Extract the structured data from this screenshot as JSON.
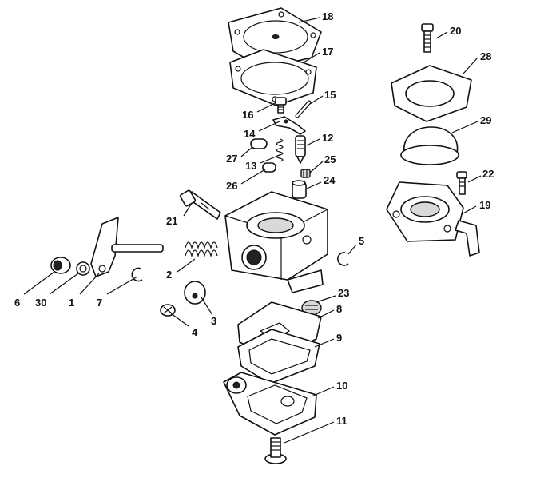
{
  "diagram": {
    "callouts": [
      {
        "id": "p18",
        "number": "18"
      },
      {
        "id": "p17",
        "number": "17"
      },
      {
        "id": "p15",
        "number": "15"
      },
      {
        "id": "p16",
        "number": "16"
      },
      {
        "id": "p14",
        "number": "14"
      },
      {
        "id": "p12",
        "number": "12"
      },
      {
        "id": "p27",
        "number": "27"
      },
      {
        "id": "p13",
        "number": "13"
      },
      {
        "id": "p25",
        "number": "25"
      },
      {
        "id": "p26",
        "number": "26"
      },
      {
        "id": "p24",
        "number": "24"
      },
      {
        "id": "p21",
        "number": "21"
      },
      {
        "id": "p2",
        "number": "2"
      },
      {
        "id": "p5",
        "number": "5"
      },
      {
        "id": "p6",
        "number": "6"
      },
      {
        "id": "p30",
        "number": "30"
      },
      {
        "id": "p1",
        "number": "1"
      },
      {
        "id": "p7",
        "number": "7"
      },
      {
        "id": "p3",
        "number": "3"
      },
      {
        "id": "p4",
        "number": "4"
      },
      {
        "id": "p23",
        "number": "23"
      },
      {
        "id": "p8",
        "number": "8"
      },
      {
        "id": "p9",
        "number": "9"
      },
      {
        "id": "p10",
        "number": "10"
      },
      {
        "id": "p11",
        "number": "11"
      },
      {
        "id": "p20",
        "number": "20"
      },
      {
        "id": "p28",
        "number": "28"
      },
      {
        "id": "p29",
        "number": "29"
      },
      {
        "id": "p22",
        "number": "22"
      },
      {
        "id": "p19",
        "number": "19"
      }
    ]
  }
}
